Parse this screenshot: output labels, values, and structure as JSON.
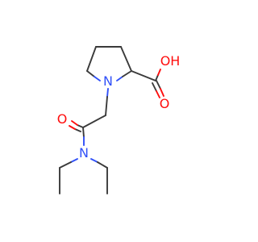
{
  "molecule": {
    "atoms": {
      "ring_n": {
        "label": "N",
        "color": "#3050f8"
      },
      "amide_n": {
        "label": "N",
        "color": "#3050f8"
      },
      "carbonyl_o": {
        "label": "O",
        "color": "#ff0d0d"
      },
      "acid_o_double": {
        "label": "O",
        "color": "#ff0d0d"
      },
      "acid_oh": {
        "label": "OH",
        "color": "#ff0d0d"
      }
    },
    "bond_color": "#3a3a3a"
  }
}
